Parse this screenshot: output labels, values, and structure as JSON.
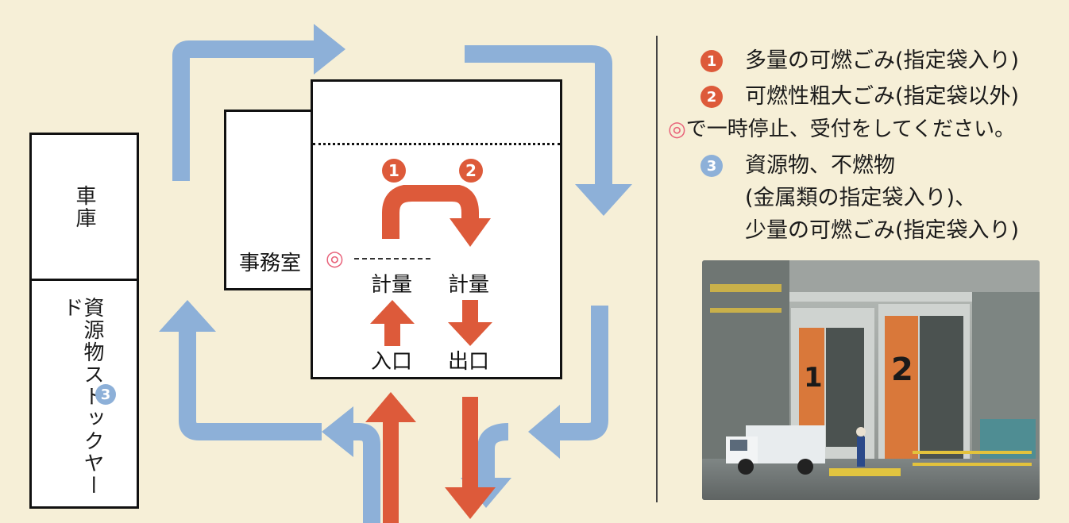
{
  "colors": {
    "background": "#f6efd7",
    "blue_arrow": "#8db0d8",
    "red_arrow": "#dd5a3a",
    "double_circle": "#e8627a"
  },
  "diagram": {
    "garage_label": "車庫",
    "stockyard_label": "資源物ストックヤード",
    "stockyard_number": "3",
    "office_label": "事務室",
    "double_circle_mark": "◎",
    "marker_one": "1",
    "marker_two": "2",
    "weigh_left": "計量",
    "weigh_right": "計量",
    "entrance": "入口",
    "exit": "出口"
  },
  "legend": {
    "item1_number": "1",
    "item1_text": "多量の可燃ごみ(指定袋入り)",
    "item2_number": "2",
    "item2_text": "可燃性粗大ごみ(指定袋以外)",
    "notice_mark": "◎",
    "notice_text": "で一時停止、受付をしてください。",
    "item3_number": "3",
    "item3_line1": "資源物、不燃物",
    "item3_line2": "(金属類の指定袋入り)、",
    "item3_line3": "少量の可燃ごみ(指定袋入り)"
  },
  "photo": {
    "bay_one_label": "1",
    "bay_two_label": "2"
  }
}
